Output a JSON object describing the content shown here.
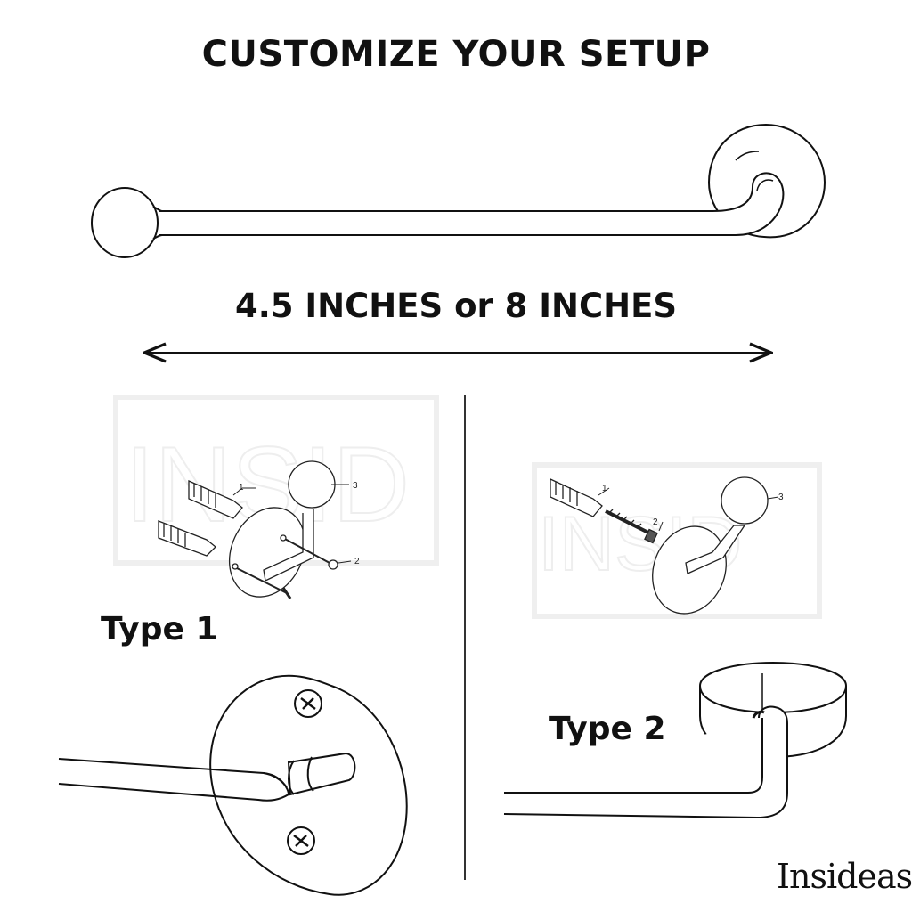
{
  "title": "CUSTOMIZE YOUR SETUP",
  "dimension_label": "4.5 INCHES or 8 INCHES",
  "type1": {
    "label": "Type 1",
    "callouts": [
      "1",
      "2",
      "3"
    ]
  },
  "type2": {
    "label": "Type 2",
    "callouts": [
      "1",
      "2",
      "3"
    ]
  },
  "brand": "Insideast",
  "watermark": [
    "INSID",
    "INSID"
  ],
  "colors": {
    "line": "#111111",
    "background": "#ffffff",
    "watermark": "#eeeeee"
  }
}
